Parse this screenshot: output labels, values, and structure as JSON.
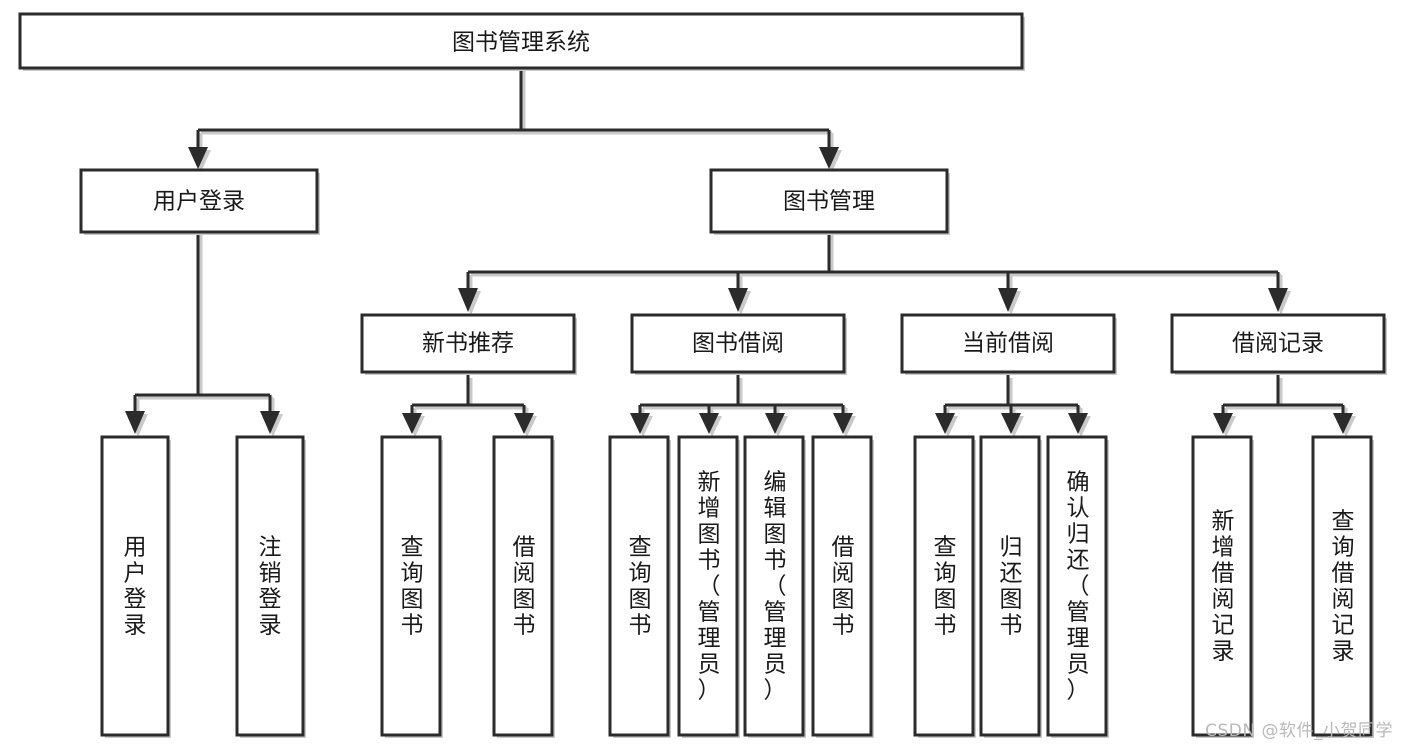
{
  "diagram": {
    "type": "tree",
    "title": "图书管理系统",
    "root": {
      "id": "root",
      "label": "图书管理系统"
    },
    "level2": [
      {
        "id": "user-login",
        "label": "用户登录"
      },
      {
        "id": "book-manage",
        "label": "图书管理"
      }
    ],
    "level3": [
      {
        "id": "new-book-rec",
        "label": "新书推荐",
        "parent": "book-manage"
      },
      {
        "id": "book-borrow",
        "label": "图书借阅",
        "parent": "book-manage"
      },
      {
        "id": "current-borrow",
        "label": "当前借阅",
        "parent": "book-manage"
      },
      {
        "id": "borrow-record",
        "label": "借阅记录",
        "parent": "book-manage"
      }
    ],
    "leaves": {
      "user-login": [
        {
          "id": "leaf-user-login",
          "label": "用户登录"
        },
        {
          "id": "leaf-user-logout",
          "label": "注销登录"
        }
      ],
      "new-book-rec": [
        {
          "id": "leaf-query-book-1",
          "label": "查询图书"
        },
        {
          "id": "leaf-borrow-book-1",
          "label": "借阅图书"
        }
      ],
      "book-borrow": [
        {
          "id": "leaf-query-book-2",
          "label": "查询图书"
        },
        {
          "id": "leaf-add-book",
          "label": "新增图书（管理员）"
        },
        {
          "id": "leaf-edit-book",
          "label": "编辑图书（管理员）"
        },
        {
          "id": "leaf-borrow-book-2",
          "label": "借阅图书"
        }
      ],
      "current-borrow": [
        {
          "id": "leaf-query-book-3",
          "label": "查询图书"
        },
        {
          "id": "leaf-return-book",
          "label": "归还图书"
        },
        {
          "id": "leaf-confirm-return",
          "label": "确认归还（管理员）"
        }
      ],
      "borrow-record": [
        {
          "id": "leaf-add-record",
          "label": "新增借阅记录"
        },
        {
          "id": "leaf-query-record",
          "label": "查询借阅记录"
        }
      ]
    }
  },
  "watermark": {
    "text": "CSDN @软件_小贺同学"
  },
  "colors": {
    "stroke": "#2b2b2b",
    "fill": "#ffffff",
    "shadow": "#c9c9c9",
    "text": "#1a1a1a",
    "watermark": "#b9b9b9"
  }
}
